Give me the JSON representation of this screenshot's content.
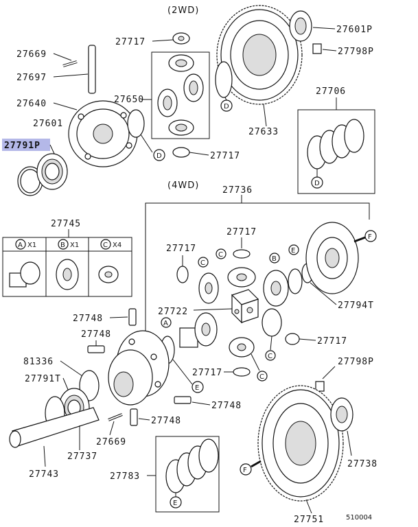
{
  "sections": {
    "twowd": "(2WD)",
    "fourwd": "(4WD)"
  },
  "labels": {
    "p27669a": "27669",
    "p27697": "27697",
    "p27640": "27640",
    "p27601": "27601",
    "p27791P": "27791P",
    "p27717a": "27717",
    "p27650": "27650",
    "p27717b": "27717",
    "p27601P": "27601P",
    "p27798Pa": "27798P",
    "p27706": "27706",
    "p27633": "27633",
    "p27736": "27736",
    "p27745": "27745",
    "p27717c": "27717",
    "p27717d": "27717",
    "p27722": "27722",
    "p27794T": "27794T",
    "p27748a": "27748",
    "p27748b": "27748",
    "p81336": "81336",
    "p27791T": "27791T",
    "p27717e": "27717",
    "p27717f": "27717",
    "p27798Pb": "27798P",
    "p27748c": "27748",
    "p27748d": "27748",
    "p27669b": "27669",
    "p27737": "27737",
    "p27738": "27738",
    "p27743": "27743",
    "p27783": "27783",
    "p27751": "27751",
    "ref": "510004"
  },
  "callouts": {
    "A": "A",
    "B": "B",
    "C": "C",
    "D": "D",
    "E": "E",
    "F": "F"
  },
  "kit_table": {
    "headers": [
      {
        "letter": "A",
        "qty": "X1"
      },
      {
        "letter": "B",
        "qty": "X1"
      },
      {
        "letter": "C",
        "qty": "X4"
      }
    ]
  },
  "colors": {
    "highlight": "#b4b8e8",
    "ink": "#111111"
  }
}
